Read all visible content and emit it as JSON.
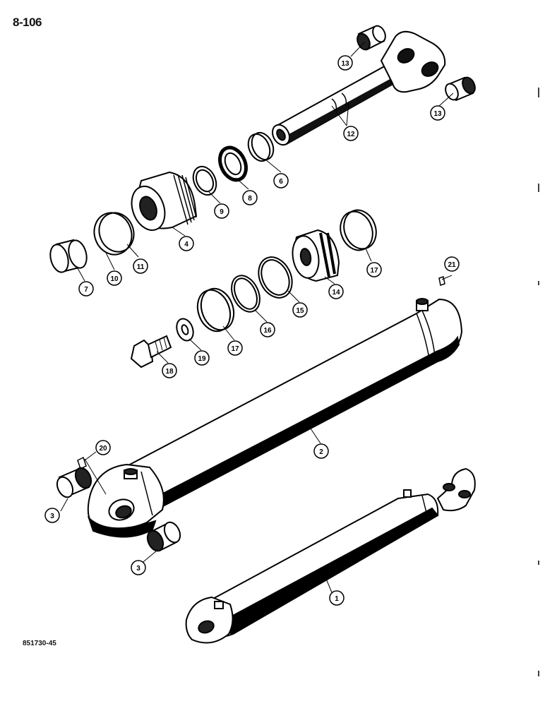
{
  "page_number": "8-106",
  "figure_id": "851730-45",
  "callouts": [
    {
      "id": "c13a",
      "label": "13"
    },
    {
      "id": "c13b",
      "label": "13"
    },
    {
      "id": "c12",
      "label": "12"
    },
    {
      "id": "c6",
      "label": "6"
    },
    {
      "id": "c8",
      "label": "8"
    },
    {
      "id": "c9",
      "label": "9"
    },
    {
      "id": "c4",
      "label": "4"
    },
    {
      "id": "c11",
      "label": "11"
    },
    {
      "id": "c10",
      "label": "10"
    },
    {
      "id": "c7",
      "label": "7"
    },
    {
      "id": "c21",
      "label": "21"
    },
    {
      "id": "c17a",
      "label": "17"
    },
    {
      "id": "c14",
      "label": "14"
    },
    {
      "id": "c15",
      "label": "15"
    },
    {
      "id": "c16",
      "label": "16"
    },
    {
      "id": "c17b",
      "label": "17"
    },
    {
      "id": "c19",
      "label": "19"
    },
    {
      "id": "c18",
      "label": "18"
    },
    {
      "id": "c2",
      "label": "2"
    },
    {
      "id": "c20",
      "label": "20"
    },
    {
      "id": "c3a",
      "label": "3"
    },
    {
      "id": "c3b",
      "label": "3"
    },
    {
      "id": "c1",
      "label": "1"
    }
  ]
}
